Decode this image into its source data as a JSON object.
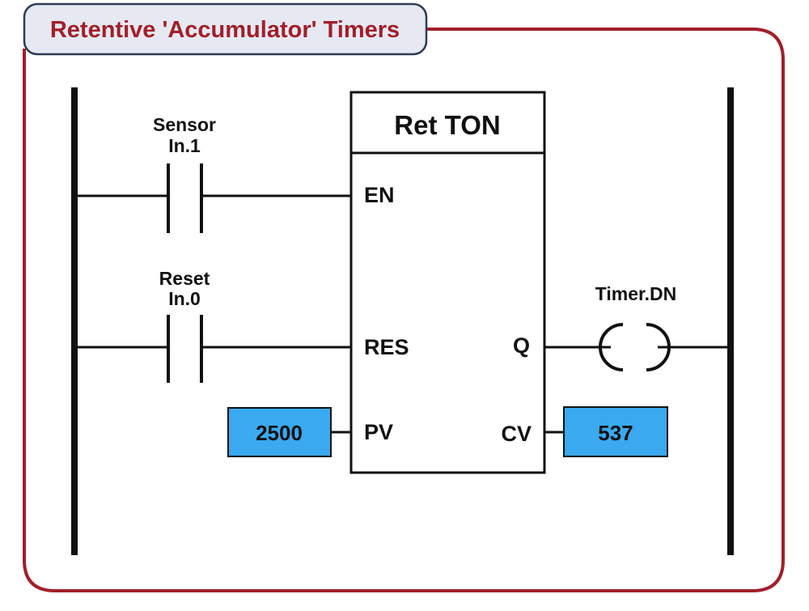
{
  "title": "Retentive 'Accumulator' Timers",
  "colors": {
    "frame": "#a11f2a",
    "title_bg": "#e6e9f2",
    "title_border": "#2f3b55",
    "title_text": "#a11f2a",
    "value_box": "#3aa9f0",
    "line": "#111111"
  },
  "contacts": [
    {
      "label_line1": "Sensor",
      "label_line2": "In.1"
    },
    {
      "label_line1": "Reset",
      "label_line2": "In.0"
    }
  ],
  "block": {
    "title": "Ret TON",
    "inputs": {
      "en": "EN",
      "res": "RES",
      "pv": "PV"
    },
    "outputs": {
      "q": "Q",
      "cv": "CV"
    }
  },
  "preset_value": "2500",
  "current_value": "537",
  "coil": {
    "label": "Timer.DN"
  }
}
